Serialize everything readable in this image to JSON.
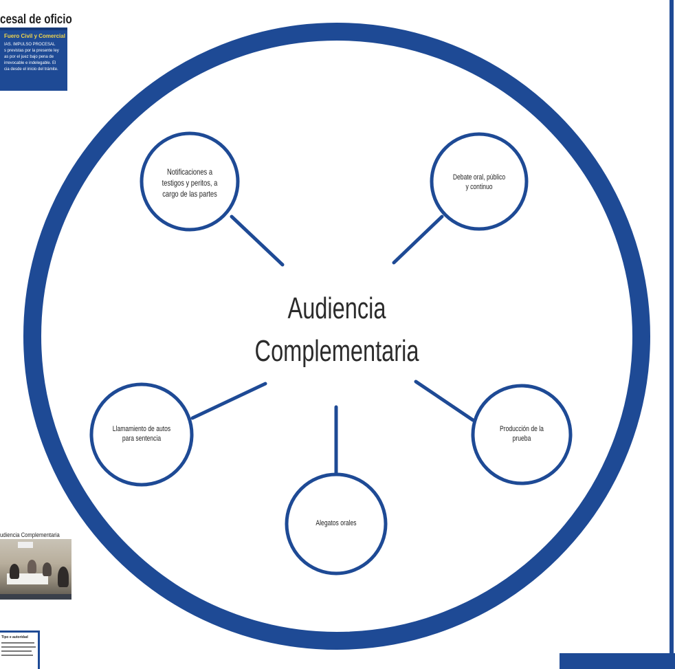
{
  "left_fragments": {
    "heading": "cesal de oficio",
    "box": {
      "title": "Fuero Civil y Comercial",
      "subtitle": "IAS. IMPULSO PROCESAL",
      "lines": [
        "s previstas por la presente ley",
        "as por el juez bajo pena de",
        "irrevocable e indelegable. El",
        "cia desde el inicio del trámite."
      ]
    },
    "photo_title": "udiencia Complementaria",
    "note_title": "Tipo e autoridad"
  },
  "diagram": {
    "center": {
      "line1": "Audiencia",
      "line2": "Complementaria"
    },
    "nodes": [
      {
        "id": "notificaciones",
        "label": "Notificaciones a testigos y peritos, a cargo de las partes"
      },
      {
        "id": "debate",
        "label": "Debate oral, público y continuo"
      },
      {
        "id": "llamamiento",
        "label": "Llamamiento de autos para sentencia"
      },
      {
        "id": "produccion",
        "label": "Producción de la prueba"
      },
      {
        "id": "alegatos",
        "label": "Alegatos orales"
      }
    ],
    "colors": {
      "ring": "#1e4a95",
      "node_stroke": "#1e4a95",
      "connector": "#1e4a95",
      "text": "#2b2b2b"
    }
  }
}
